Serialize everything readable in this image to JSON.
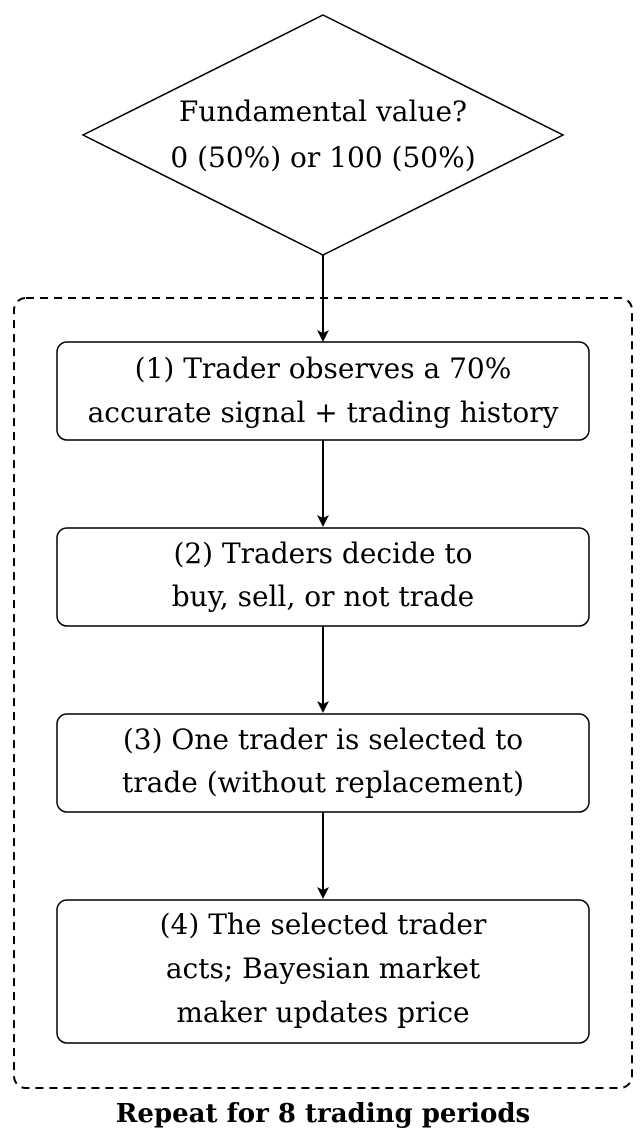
{
  "diagram": {
    "start": {
      "line1": "Fundamental value?",
      "line2": "0 (50%) or 100 (50%)"
    },
    "steps": [
      {
        "line1": "(1) Trader observes a 70%",
        "line2": "accurate signal + trading history"
      },
      {
        "line1": "(2) Traders decide to",
        "line2": "buy, sell, or not trade"
      },
      {
        "line1": "(3) One trader is selected to",
        "line2": "trade (without replacement)"
      },
      {
        "line1": "(4) The selected trader",
        "line2": "acts; Bayesian market",
        "line3": "maker updates price"
      }
    ],
    "loop_label": "Repeat for 8 trading periods"
  }
}
